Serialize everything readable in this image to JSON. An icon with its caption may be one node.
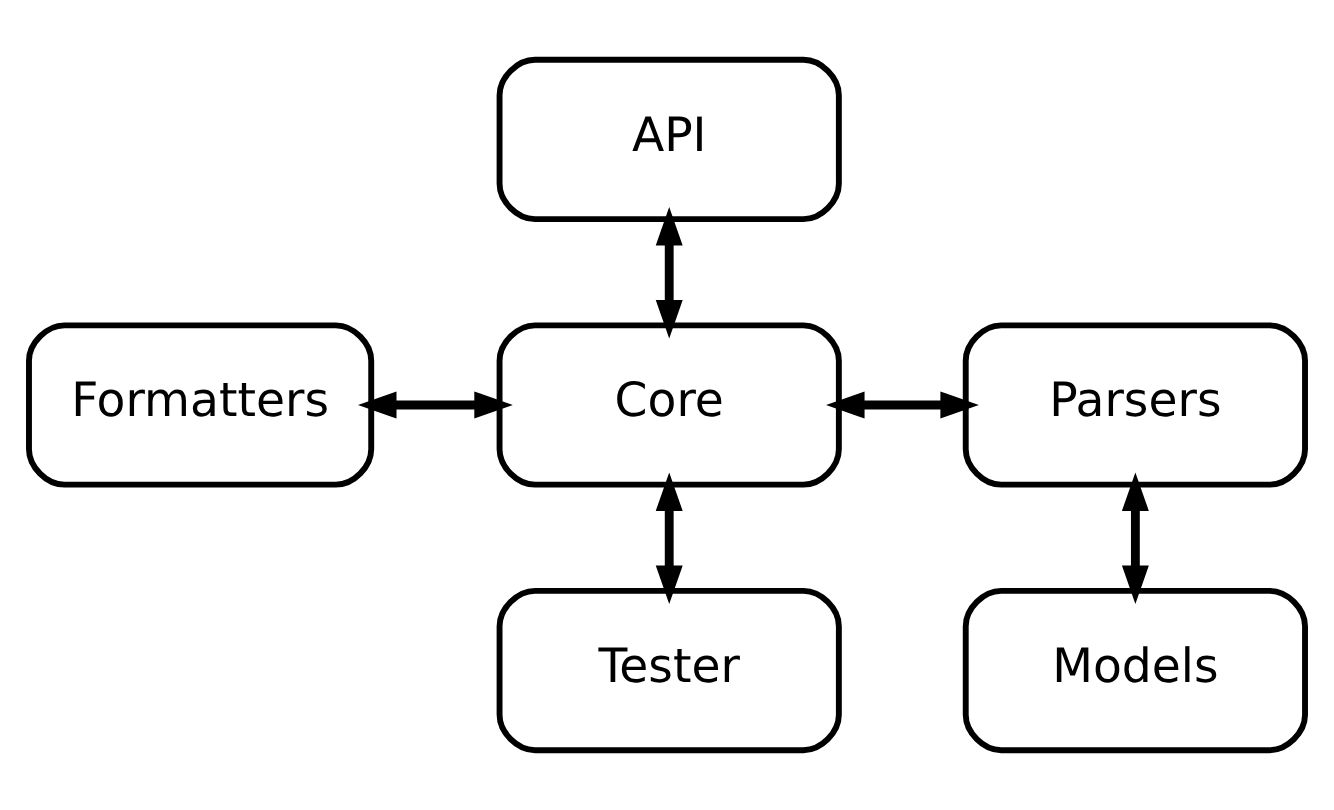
{
  "diagram": {
    "nodes": [
      {
        "text": [
          "API"
        ]
      },
      {
        "text": [
          "Formatters"
        ]
      },
      {
        "text": [
          "Core"
        ]
      },
      {
        "text": [
          "Parsers"
        ]
      },
      {
        "text": [
          "Tester"
        ]
      },
      {
        "text": [
          "Models"
        ]
      }
    ],
    "edges": [
      {
        "from": 0,
        "to": 2,
        "arrow": "both"
      },
      {
        "from": 1,
        "to": 2,
        "arrow": "both"
      },
      {
        "from": 2,
        "to": 3,
        "arrow": "both"
      },
      {
        "from": 2,
        "to": 4,
        "arrow": "both"
      },
      {
        "from": 3,
        "to": 5,
        "arrow": "both"
      }
    ]
  }
}
